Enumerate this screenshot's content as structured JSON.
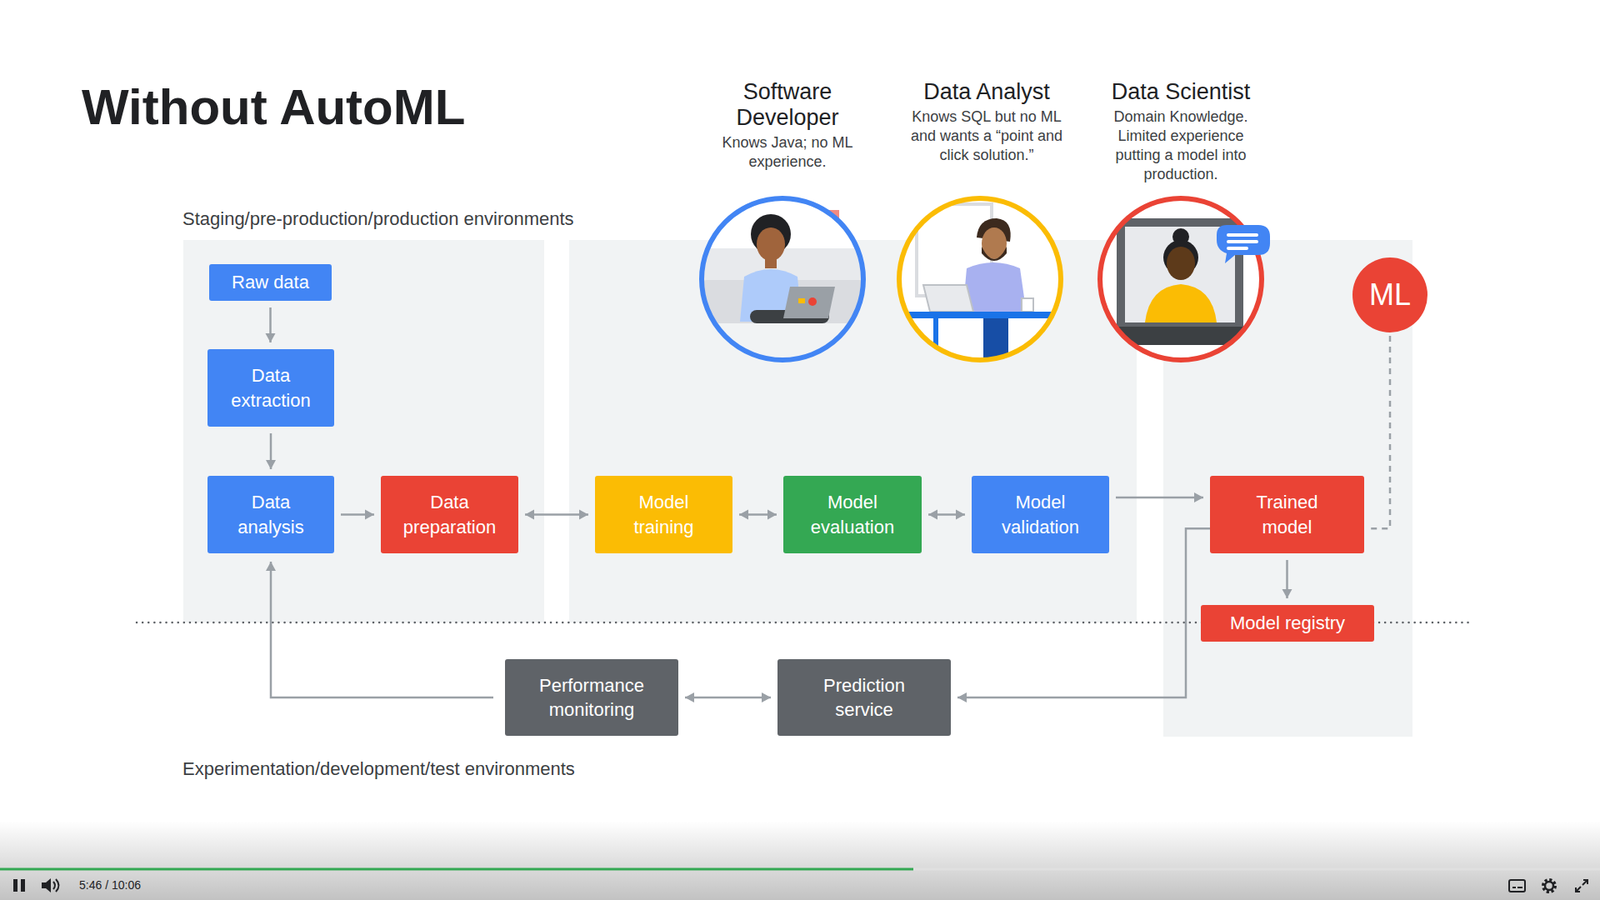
{
  "diagram": {
    "title": "Without AutoML",
    "nodes": [
      {
        "text": [
          "Software Developer",
          "Knows Java; no ML experience."
        ]
      },
      {
        "text": [
          "Data Analyst",
          "Knows SQL but no ML and wants a “point and click solution.”"
        ]
      },
      {
        "text": [
          "Data Scientist",
          "Domain Knowledge. Limited experience putting a model into production."
        ]
      },
      {
        "text": [
          "ML"
        ]
      },
      {
        "text": [
          "Raw data"
        ]
      },
      {
        "text": [
          "Data extraction"
        ]
      },
      {
        "text": [
          "Data analysis"
        ]
      },
      {
        "text": [
          "Data preparation"
        ]
      },
      {
        "text": [
          "Model training"
        ]
      },
      {
        "text": [
          "Model evaluation"
        ]
      },
      {
        "text": [
          "Model validation"
        ]
      },
      {
        "text": [
          "Trained model"
        ]
      },
      {
        "text": [
          "Model registry"
        ]
      },
      {
        "text": [
          "Performance monitoring"
        ]
      },
      {
        "text": [
          "Prediction service"
        ]
      }
    ],
    "edges": [
      {
        "from": 4,
        "to": 5,
        "arrow": "to"
      },
      {
        "from": 5,
        "to": 6,
        "arrow": "to"
      },
      {
        "from": 6,
        "to": 7,
        "arrow": "to"
      },
      {
        "from": 7,
        "to": 8,
        "arrow": "both"
      },
      {
        "from": 8,
        "to": 9,
        "arrow": "both"
      },
      {
        "from": 9,
        "to": 10,
        "arrow": "both"
      },
      {
        "from": 10,
        "to": 11,
        "arrow": "to"
      },
      {
        "from": 11,
        "to": 12,
        "arrow": "to"
      },
      {
        "from": 3,
        "to": 11,
        "arrow": "none"
      },
      {
        "from": 11,
        "to": 14,
        "arrow": "to"
      },
      {
        "from": 14,
        "to": 13,
        "arrow": "both"
      },
      {
        "from": 13,
        "to": 6,
        "arrow": "to"
      }
    ],
    "labels": [
      "Staging/pre-production/production environments",
      "Experimentation/development/test environments",
      "5:46 / 10:06"
    ]
  }
}
